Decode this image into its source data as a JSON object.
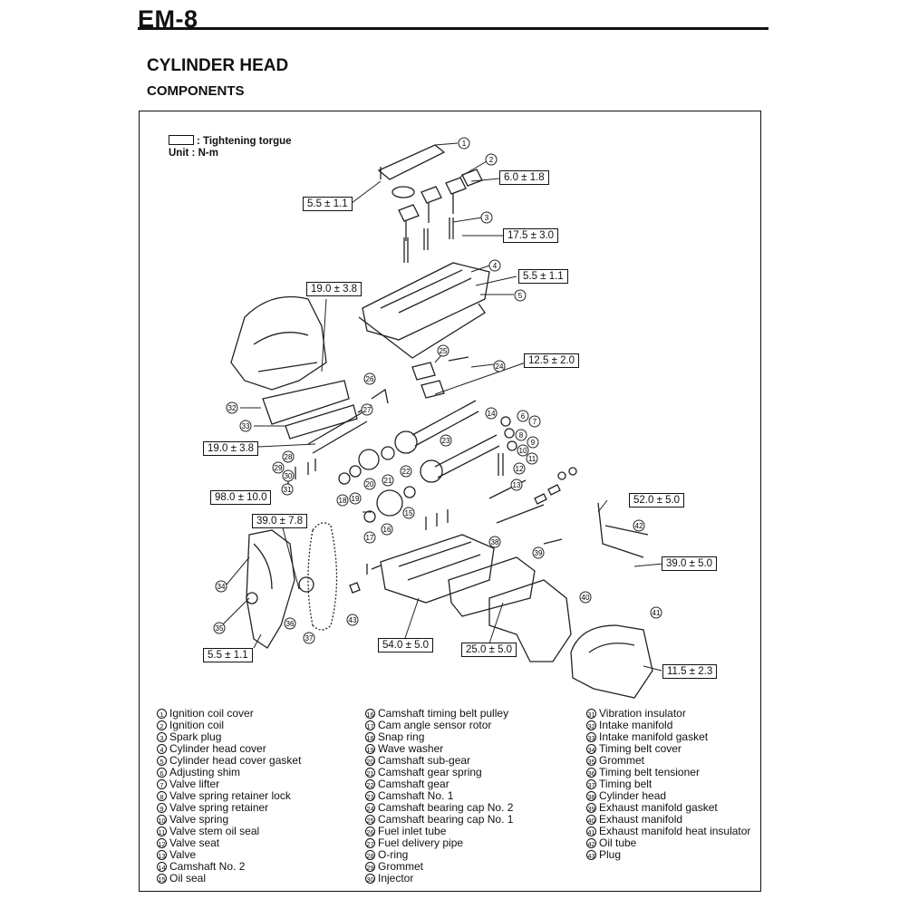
{
  "header": {
    "page_code": "EM-8",
    "title": "CYLINDER HEAD",
    "subtitle": "COMPONENTS"
  },
  "legend": {
    "torque_label": ": Tightening torgue",
    "unit_label": "Unit : N-m"
  },
  "torques": [
    "5.5 ± 1.1",
    "6.0 ± 1.8",
    "17.5 ± 3.0",
    "5.5 ± 1.1",
    "19.0 ± 3.8",
    "12.5 ± 2.0",
    "19.0 ± 3.8",
    "98.0 ± 10.0",
    "39.0 ± 7.8",
    "52.0 ± 5.0",
    "39.0 ± 5.0",
    "5.5 ± 1.1",
    "54.0 ± 5.0",
    "25.0 ± 5.0",
    "11.5 ± 2.3"
  ],
  "parts": [
    {
      "no": "1",
      "name": "Ignition coil cover"
    },
    {
      "no": "2",
      "name": "Ignition coil"
    },
    {
      "no": "3",
      "name": "Spark plug"
    },
    {
      "no": "4",
      "name": "Cylinder head cover"
    },
    {
      "no": "5",
      "name": "Cylinder head cover gasket"
    },
    {
      "no": "6",
      "name": "Adjusting shim"
    },
    {
      "no": "7",
      "name": "Valve lifter"
    },
    {
      "no": "8",
      "name": "Valve spring retainer lock"
    },
    {
      "no": "9",
      "name": "Valve spring retainer"
    },
    {
      "no": "10",
      "name": "Valve spring"
    },
    {
      "no": "11",
      "name": "Valve stem oil seal"
    },
    {
      "no": "12",
      "name": "Valve seat"
    },
    {
      "no": "13",
      "name": "Valve"
    },
    {
      "no": "14",
      "name": "Camshaft No. 2"
    },
    {
      "no": "15",
      "name": "Oil seal"
    },
    {
      "no": "16",
      "name": "Camshaft timing belt pulley"
    },
    {
      "no": "17",
      "name": "Cam angle sensor rotor"
    },
    {
      "no": "18",
      "name": "Snap ring"
    },
    {
      "no": "19",
      "name": "Wave washer"
    },
    {
      "no": "20",
      "name": "Camshaft sub-gear"
    },
    {
      "no": "21",
      "name": "Camshaft gear spring"
    },
    {
      "no": "22",
      "name": "Camshaft gear"
    },
    {
      "no": "23",
      "name": "Camshaft No. 1"
    },
    {
      "no": "24",
      "name": "Camshaft bearing cap No. 2"
    },
    {
      "no": "25",
      "name": "Camshaft bearing cap No. 1"
    },
    {
      "no": "26",
      "name": "Fuel inlet tube"
    },
    {
      "no": "27",
      "name": "Fuel delivery pipe"
    },
    {
      "no": "28",
      "name": "O-ring"
    },
    {
      "no": "29",
      "name": "Grommet"
    },
    {
      "no": "30",
      "name": "Injector"
    },
    {
      "no": "31",
      "name": "Vibration insulator"
    },
    {
      "no": "32",
      "name": "Intake manifold"
    },
    {
      "no": "33",
      "name": "Intake manifold gasket"
    },
    {
      "no": "34",
      "name": "Timing belt cover"
    },
    {
      "no": "35",
      "name": "Grommet"
    },
    {
      "no": "36",
      "name": "Timing belt tensioner"
    },
    {
      "no": "37",
      "name": "Timing belt"
    },
    {
      "no": "38",
      "name": "Cylinder head"
    },
    {
      "no": "39",
      "name": "Exhaust manifold gasket"
    },
    {
      "no": "40",
      "name": "Exhaust manifold"
    },
    {
      "no": "41",
      "name": "Exhaust manifold heat insulator"
    },
    {
      "no": "42",
      "name": "Oil tube"
    },
    {
      "no": "43",
      "name": "Plug"
    }
  ]
}
